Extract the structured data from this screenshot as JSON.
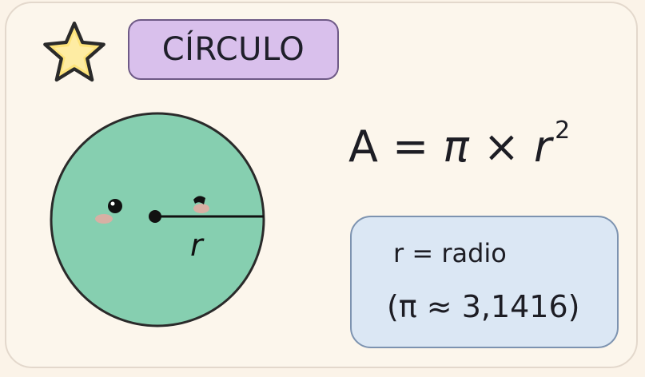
{
  "title": "CÍRCULO",
  "star_icon": "star-icon",
  "colors": {
    "circle_fill": "#86cfb0",
    "title_pill": "#d9c0ec",
    "legend_box": "#dbe7f4",
    "star_fill": "#fde37a"
  },
  "diagram": {
    "radius_label": "r"
  },
  "formula": {
    "lhs": "A",
    "equals": "=",
    "pi": "π",
    "times": "×",
    "var": "r",
    "exponent": "2"
  },
  "legend": {
    "line1": "r = radio",
    "line2": "(π ≈ 3,1416)"
  }
}
